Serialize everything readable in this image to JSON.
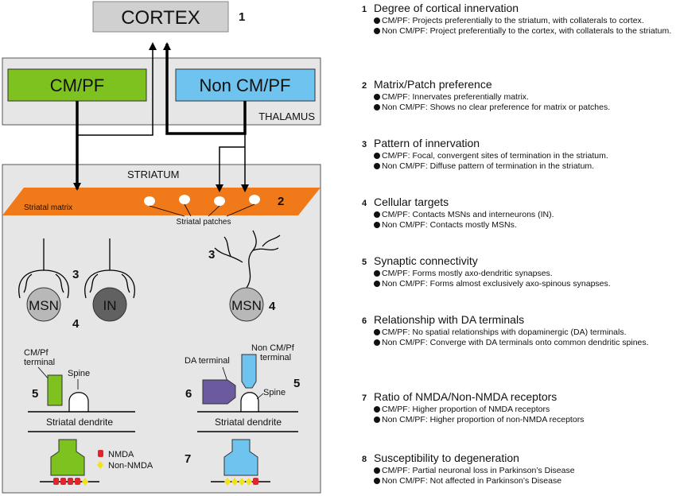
{
  "diagram": {
    "cortex": "CORTEX",
    "cmpf": "CM/PF",
    "noncmpf": "Non CM/PF",
    "thalamus": "THALAMUS",
    "striatum": "STRIATUM",
    "striatal_matrix": "Striatal matrix",
    "striatal_patches": "Striatal patches",
    "msn": "MSN",
    "in": "IN",
    "cmpf_terminal_line1": "CM/Pf",
    "cmpf_terminal_line2": "terminal",
    "spine": "Spine",
    "striatal_dendrite": "Striatal dendrite",
    "da_terminal": "DA terminal",
    "noncmpf_terminal_line1": "Non CM/Pf",
    "noncmpf_terminal_line2": "terminal",
    "nmda": "NMDA",
    "non_nmda": "Non-NMDA",
    "num1": "1",
    "num2": "2",
    "num3": "3",
    "num4": "4",
    "num5": "5",
    "num6": "6",
    "num7": "7"
  },
  "sections": [
    {
      "num": "1",
      "title": "Degree of cortical innervation",
      "items": [
        "CM/PF: Projects preferentially to the striatum, with collaterals to cortex.",
        "Non CM/PF: Project preferentially to the cortex, with collaterals to the striatum."
      ]
    },
    {
      "num": "2",
      "title": "Matrix/Patch preference",
      "items": [
        "CM/PF: Innervates preferentially matrix.",
        "Non CM/PF: Shows no clear preference for matrix or patches."
      ]
    },
    {
      "num": "3",
      "title": "Pattern of innervation",
      "items": [
        "CM/PF: Focal, convergent sites of termination in the striatum.",
        "Non CM/PF: Diffuse pattern of termination in the striatum."
      ]
    },
    {
      "num": "4",
      "title": "Cellular targets",
      "items": [
        "CM/PF: Contacts MSNs and interneurons (IN).",
        "Non CM/PF: Contacts mostly MSNs."
      ]
    },
    {
      "num": "5",
      "title": "Synaptic connectivity",
      "items": [
        "CM/PF: Forms mostly axo-dendritic synapses.",
        "Non CM/PF: Forms almost exclusively axo-spinous synapses."
      ]
    },
    {
      "num": "6",
      "title": "Relationship with DA terminals",
      "items": [
        "CM/PF: No spatial relationships with dopaminergic (DA) terminals.",
        "Non CM/PF: Converge with DA terminals onto common dendritic spines."
      ]
    },
    {
      "num": "7",
      "title": "Ratio of NMDA/Non-NMDA receptors",
      "items": [
        "CM/PF: Higher proportion of NMDA receptors",
        "Non CM/PF: Higher proportion of non-NMDA receptors"
      ]
    },
    {
      "num": "8",
      "title": "Susceptibility to degeneration",
      "items": [
        "CM/PF: Partial neuronal loss in Parkinson’s Disease",
        "Non CM/PF: Not affected in Parkinson’s Disease"
      ]
    }
  ],
  "colors": {
    "cmpf_green": "#7dc21e",
    "noncmpf_blue": "#6ec3ef",
    "matrix_orange": "#f07a1a",
    "da_purple": "#6b5a9e",
    "nmda_red": "#e0262c",
    "non_nmda_yellow": "#f2e21a"
  }
}
